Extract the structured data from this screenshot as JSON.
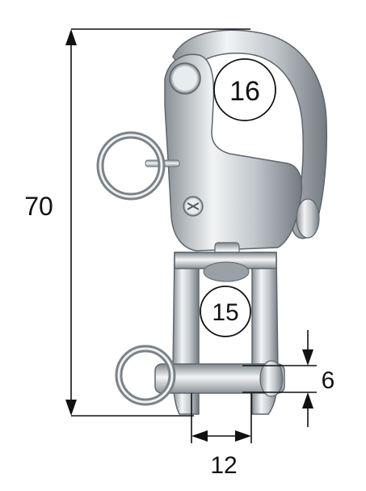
{
  "dimensions": {
    "overall_length": "70",
    "jaw_opening": "16",
    "shackle_opening": "15",
    "pin_diameter": "6",
    "inner_width": "12"
  },
  "colors": {
    "line": "#111111",
    "metal_dark": "#7f858b",
    "metal_mid": "#b9bec3",
    "metal_light": "#eef0f2",
    "background": "#ffffff"
  },
  "icons": {
    "arrowheads": "solid-triangle"
  }
}
